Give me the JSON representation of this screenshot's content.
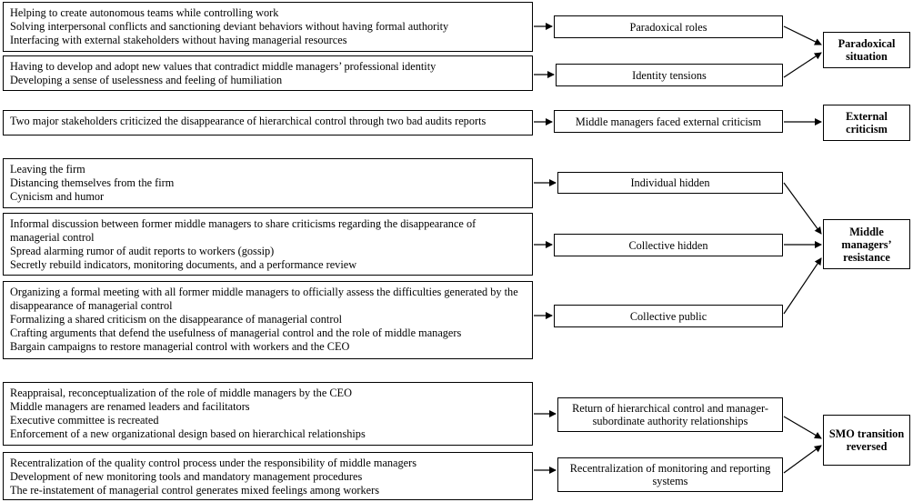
{
  "evidence": [
    {
      "lines": [
        "Helping to create autonomous teams while controlling work",
        "Solving interpersonal conflicts and sanctioning deviant behaviors without having formal authority",
        "Interfacing with external stakeholders without having managerial resources"
      ]
    },
    {
      "lines": [
        "Having to develop and adopt new values that contradict middle managers’ professional identity",
        "Developing a sense of uselessness and feeling of humiliation"
      ]
    },
    {
      "lines": [
        "Two major stakeholders criticized the disappearance of hierarchical control through two bad audits reports"
      ]
    },
    {
      "lines": [
        "Leaving the firm",
        "Distancing themselves from the firm",
        "Cynicism and humor"
      ]
    },
    {
      "lines": [
        "Informal discussion between former middle managers to share criticisms regarding the disappearance of managerial control",
        "Spread alarming rumor of audit reports to workers (gossip)",
        "Secretly rebuild indicators, monitoring documents, and a performance review"
      ]
    },
    {
      "lines": [
        "Organizing a formal meeting with all former middle managers to officially assess the difficulties generated by the disappearance of managerial control",
        "Formalizing a shared criticism on the disappearance of managerial control",
        "Crafting arguments that defend the usefulness of managerial control and the role of middle managers",
        "Bargain campaigns to restore managerial control with workers and the CEO"
      ]
    },
    {
      "lines": [
        "Reappraisal, reconceptualization of the role of middle managers by the CEO",
        "Middle managers are renamed leaders and facilitators",
        "Executive committee is recreated",
        "Enforcement of a new organizational design based on hierarchical relationships"
      ]
    },
    {
      "lines": [
        "Recentralization of the quality control process under the responsibility of middle managers",
        "Development of new monitoring tools and mandatory management procedures",
        "The re-instatement of managerial control generates mixed feelings among workers"
      ]
    }
  ],
  "themes": [
    "Paradoxical roles",
    "Identity tensions",
    "Middle managers faced external criticism",
    "Individual hidden",
    "Collective hidden",
    "Collective public",
    "Return of hierarchical control and manager-subordinate authority relationships",
    "Recentralization of monitoring and reporting systems"
  ],
  "dimensions": [
    "Paradoxical situation",
    "External criticism",
    "Middle managers’ resistance",
    "SMO transition reversed"
  ]
}
